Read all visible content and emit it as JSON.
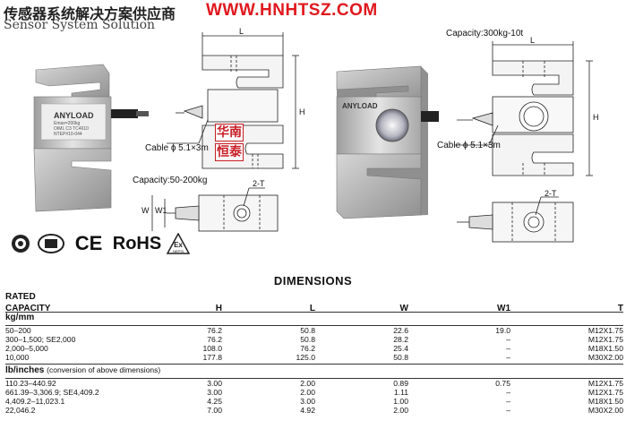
{
  "header": {
    "company_cn": "传感器系统解决方案供应商",
    "website": "WWW.HNHTSZ.COM",
    "company_en": "Sensor System Solution"
  },
  "drawing": {
    "dim_l": "L",
    "dim_h": "H",
    "dim_w": "W",
    "dim_w1": "W1",
    "dim_t": "2-T",
    "cable_left": "Cable ɸ 5.1×3m",
    "cable_right": "Cable ɸ 5.1×3m",
    "capacity_left": "Capacity:50-200kg",
    "capacity_right": "Capacity:300kg-10t",
    "stamp_line1": "华南",
    "stamp_line2": "恒泰",
    "product_brand": "ANYLOAD",
    "product_text_1": "Emax=200kg",
    "product_text_2": "OIML C3 TC4610",
    "product_text_3": "NTEP#10-044",
    "colors": {
      "website_red": "#e0181e",
      "stamp_red": "#c81d25",
      "metal": "#bdbdbd"
    }
  },
  "certifications": {
    "ce": "CE",
    "rohs": "RoHS",
    "ex_sub": "NEPSI",
    "icons": [
      "ntep-icon",
      "ul-icon",
      "ce-mark-icon",
      "rohs-mark-icon",
      "ex-icon"
    ]
  },
  "dimensions": {
    "title": "DIMENSIONS",
    "header": {
      "capacity_line1": "RATED",
      "capacity_line2": "CAPACITY",
      "h": "H",
      "l": "L",
      "w": "W",
      "w1": "W1",
      "t": "T"
    },
    "metric": {
      "unit": "kg/mm",
      "rows": [
        {
          "capacity": "50–200",
          "h": "76.2",
          "l": "50.8",
          "w": "22.6",
          "w1": "19.0",
          "t": "M12X1.75"
        },
        {
          "capacity": "300–1,500; SE2,000",
          "h": "76.2",
          "l": "50.8",
          "w": "28.2",
          "w1": "–",
          "t": "M12X1.75"
        },
        {
          "capacity": "2,000–5,000",
          "h": "108.0",
          "l": "76.2",
          "w": "25.4",
          "w1": "–",
          "t": "M18X1.50"
        },
        {
          "capacity": "10,000",
          "h": "177.8",
          "l": "125.0",
          "w": "50.8",
          "w1": "–",
          "t": "M30X2.00"
        }
      ]
    },
    "imperial": {
      "unit": "lb/inches",
      "note": "(conversion of above dimensions)",
      "rows": [
        {
          "capacity": "110.23–440.92",
          "h": "3.00",
          "l": "2.00",
          "w": "0.89",
          "w1": "0.75",
          "t": "M12X1.75"
        },
        {
          "capacity": "661.39–3,306.9; SE4,409.2",
          "h": "3.00",
          "l": "2.00",
          "w": "1.11",
          "w1": "–",
          "t": "M12X1.75"
        },
        {
          "capacity": "4,409.2–11,023.1",
          "h": "4.25",
          "l": "3.00",
          "w": "1.00",
          "w1": "–",
          "t": "M18X1.50"
        },
        {
          "capacity": "22,046.2",
          "h": "7.00",
          "l": "4.92",
          "w": "2.00",
          "w1": "–",
          "t": "M30X2.00"
        }
      ]
    }
  }
}
